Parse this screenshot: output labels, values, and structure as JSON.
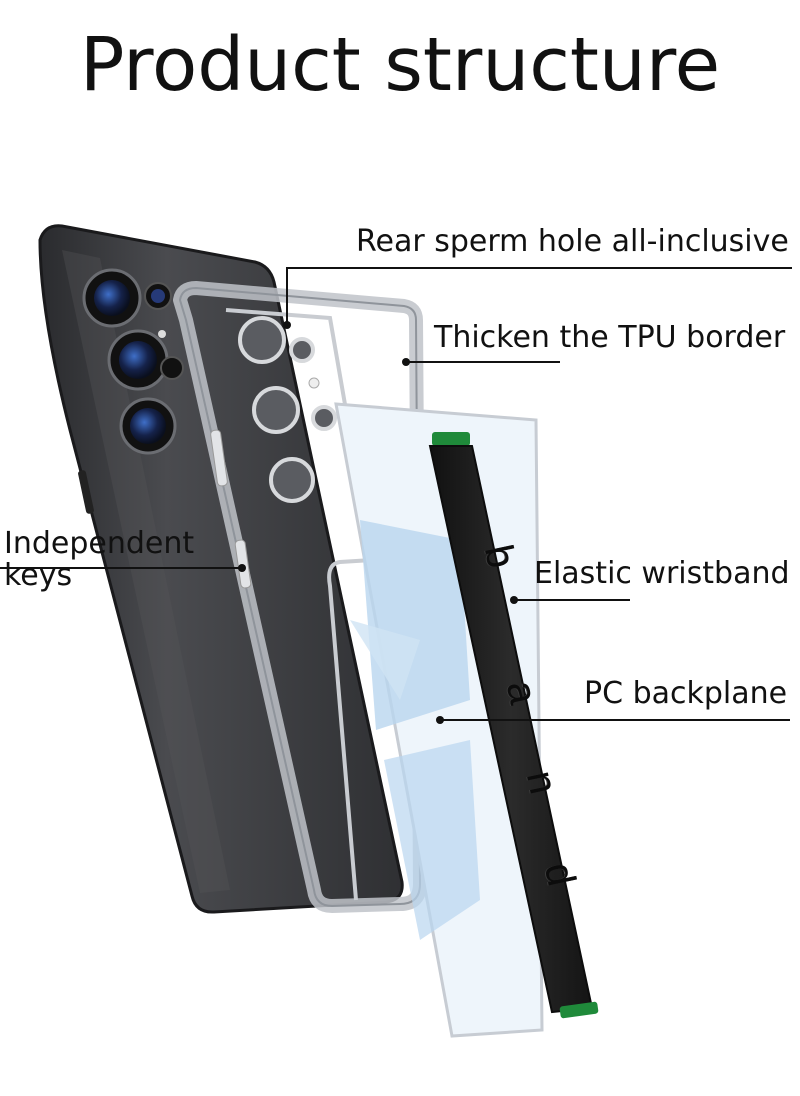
{
  "title": "Product structure",
  "labels": {
    "rear_hole": "Rear sperm hole all-inclusive",
    "tpu_border": "Thicken the TPU border",
    "keys_line1": "Independent",
    "keys_line2": "keys",
    "wristband": "Elastic wristband",
    "backplane": "PC backplane"
  },
  "strap_letters": [
    "b",
    "a",
    "n",
    "d"
  ],
  "colors": {
    "phone_body": "#3a3b3e",
    "lens": "#1b2a4e",
    "strap": "#1f1f1f",
    "strap_cap": "#1f8a3a",
    "backplane_tint": "#b9d6ef",
    "text": "#111111"
  }
}
